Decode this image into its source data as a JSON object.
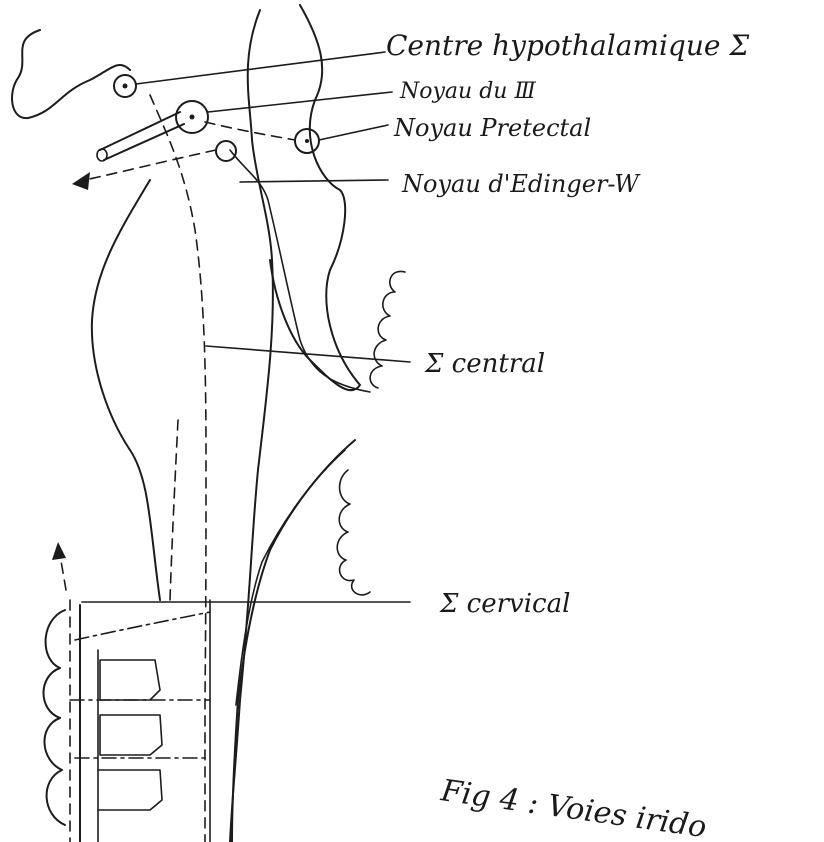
{
  "labels": {
    "hypothalamic_center": "Centre hypothalamique Σ",
    "nucleus_III": "Noyau du Ⅲ",
    "pretectal_nucleus": "Noyau Pretectal",
    "edinger_nucleus": "Noyau d'Edinger-W",
    "central_sympathetic": "Σ central",
    "cervical_sympathetic": "Σ cervical",
    "figure_caption": "Fig 4 : Voies irido"
  }
}
